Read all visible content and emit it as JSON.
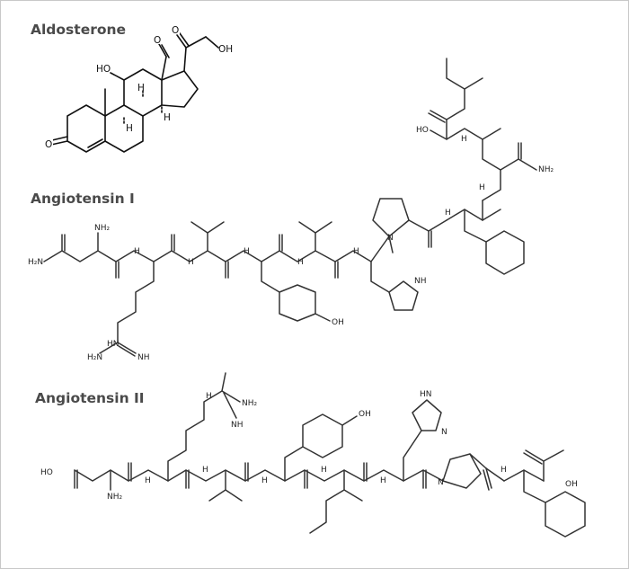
{
  "molecules": [
    {
      "id": "aldosterone",
      "name": "Aldosterone",
      "labels": {
        "ho": "HO",
        "h1": "H",
        "h2": "H",
        "h3": "H",
        "oh": "OH"
      }
    },
    {
      "id": "angiotensin-i",
      "name": "Angiotensin I",
      "labels": {
        "h2n": "H₂N",
        "nh2": "NH₂",
        "oh": "OH",
        "ho": "HO",
        "hn": "HN",
        "nh": "NH",
        "n": "N",
        "h": "H"
      }
    },
    {
      "id": "angiotensin-ii",
      "name": "Angiotensin II",
      "labels": {
        "ho": "HO",
        "nh2": "NH₂",
        "oh": "OH",
        "hn": "HN",
        "nh": "NH",
        "n": "N",
        "h": "H"
      }
    }
  ],
  "colors": {
    "heading": "#4a4a4a",
    "bond": "#333333",
    "frame": "#c8c8c8"
  }
}
